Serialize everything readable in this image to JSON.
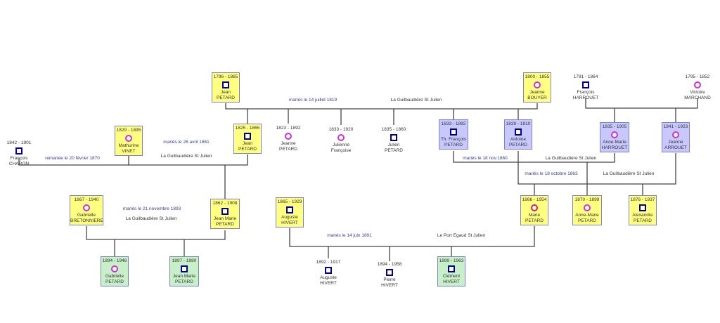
{
  "people": [
    {
      "id": "p1796",
      "dates": "1796 - 1865",
      "icon": "male",
      "first": "Jean",
      "last": "PETARD",
      "box": "yellow"
    },
    {
      "id": "p1800",
      "dates": "1800 - 1855",
      "icon": "female",
      "first": "Jeanne",
      "last": "BOUYER",
      "box": "yellow"
    },
    {
      "id": "p1791",
      "dates": "1791 - 1864",
      "icon": "male",
      "first": "François",
      "last": "HARROUET",
      "box": "none"
    },
    {
      "id": "p1795",
      "dates": "1795 - 1852",
      "icon": "female",
      "first": "Victoire",
      "last": "MARCHAND",
      "box": "none"
    },
    {
      "id": "p1825",
      "dates": "1825 - 1865",
      "icon": "male",
      "first": "Jean",
      "last": "PETARD",
      "box": "yellow"
    },
    {
      "id": "p1823",
      "dates": "1823 - 1892",
      "icon": "female",
      "first": "Jeanne",
      "last": "PETARD",
      "box": "none"
    },
    {
      "id": "p1833j",
      "dates": "1833 - 1920",
      "icon": "female",
      "first": "Julienne",
      "last": "Françoise",
      "box": "none"
    },
    {
      "id": "p1835",
      "dates": "1835 - 1860",
      "icon": "male",
      "first": "Julien",
      "last": "PETARD",
      "box": "none"
    },
    {
      "id": "p1833t",
      "dates": "1833 - 1892",
      "icon": "male",
      "first": "Th. François",
      "last": "PETARD",
      "box": "lavender"
    },
    {
      "id": "p1839",
      "dates": "1839 - 1910",
      "icon": "male",
      "first": "Antoine",
      "last": "PETARD",
      "box": "lavender"
    },
    {
      "id": "p1835a",
      "dates": "1835 - 1905",
      "icon": "female",
      "first": "Anne-Marie",
      "last": "HARROUET",
      "box": "lavender"
    },
    {
      "id": "p1841",
      "dates": "1841 - 1923",
      "icon": "female",
      "first": "Jeanne",
      "last": "ARROUET",
      "box": "lavender"
    },
    {
      "id": "p1842",
      "dates": "1842 - 1901",
      "icon": "male",
      "first": "François",
      "last": "CHARON",
      "box": "none"
    },
    {
      "id": "p1829",
      "dates": "1829 - 1895",
      "icon": "female",
      "first": "Mathurine",
      "last": "VINET",
      "box": "yellow"
    },
    {
      "id": "p1867",
      "dates": "1867 - 1940",
      "icon": "female",
      "first": "Gabrielle",
      "last": "BRETONNIERE",
      "box": "yellow"
    },
    {
      "id": "p1862",
      "dates": "1862 - 1908",
      "icon": "male",
      "first": "Jean Marie",
      "last": "PETARD",
      "box": "yellow"
    },
    {
      "id": "p1865",
      "dates": "1865 - 1929",
      "icon": "male",
      "first": "Auguste",
      "last": "HIVERT",
      "box": "yellow"
    },
    {
      "id": "p1866",
      "dates": "1866 - 1954",
      "icon": "female",
      "first": "Marie",
      "last": "PETARD",
      "box": "yellow",
      "highlight": "#e02040"
    },
    {
      "id": "p1870",
      "dates": "1870 - 1899",
      "icon": "female",
      "first": "Anne-Marie",
      "last": "PETARD",
      "box": "yellow"
    },
    {
      "id": "p1876",
      "dates": "1876 - 1937",
      "icon": "male",
      "first": "Alexandre",
      "last": "PETARD",
      "box": "yellow"
    },
    {
      "id": "p1894g",
      "dates": "1894 - 1946",
      "icon": "female",
      "first": "Gabrielle",
      "last": "PETARD",
      "box": "green"
    },
    {
      "id": "p1897",
      "dates": "1897 - 1980",
      "icon": "male",
      "first": "Jean Marie",
      "last": "PETARD",
      "box": "green"
    },
    {
      "id": "p1892",
      "dates": "1892 - 1917",
      "icon": "male",
      "first": "Auguste",
      "last": "HIVERT",
      "box": "none"
    },
    {
      "id": "p1894p",
      "dates": "1894 - 1958",
      "icon": "male",
      "first": "Pierre",
      "last": "HIVERT",
      "box": "none"
    },
    {
      "id": "p1899",
      "dates": "1899 - 1963",
      "icon": "male",
      "first": "Clément",
      "last": "HIVERT",
      "box": "green"
    }
  ],
  "marriages": [
    {
      "date": "mariés le 14 juillet 1819",
      "place": "La Guilbaudière St Julien"
    },
    {
      "date": "remariée le 20 février 1870"
    },
    {
      "date": "mariés le 26 avril 1861",
      "place": "La Guilbaudière St Julien"
    },
    {
      "date": "mariés le 18 nov.1860",
      "place": "La Guilbaudière St Julien"
    },
    {
      "date": "mariés le 18 octobre 1863",
      "place": "La Guilbaudière St Julien"
    },
    {
      "date": "mariés le 21 novembre 1893",
      "place": "La Guilbaudière St Julien"
    },
    {
      "date": "mariés le 14 juin 1891",
      "place": "Le Port Egaud St Julien"
    }
  ]
}
